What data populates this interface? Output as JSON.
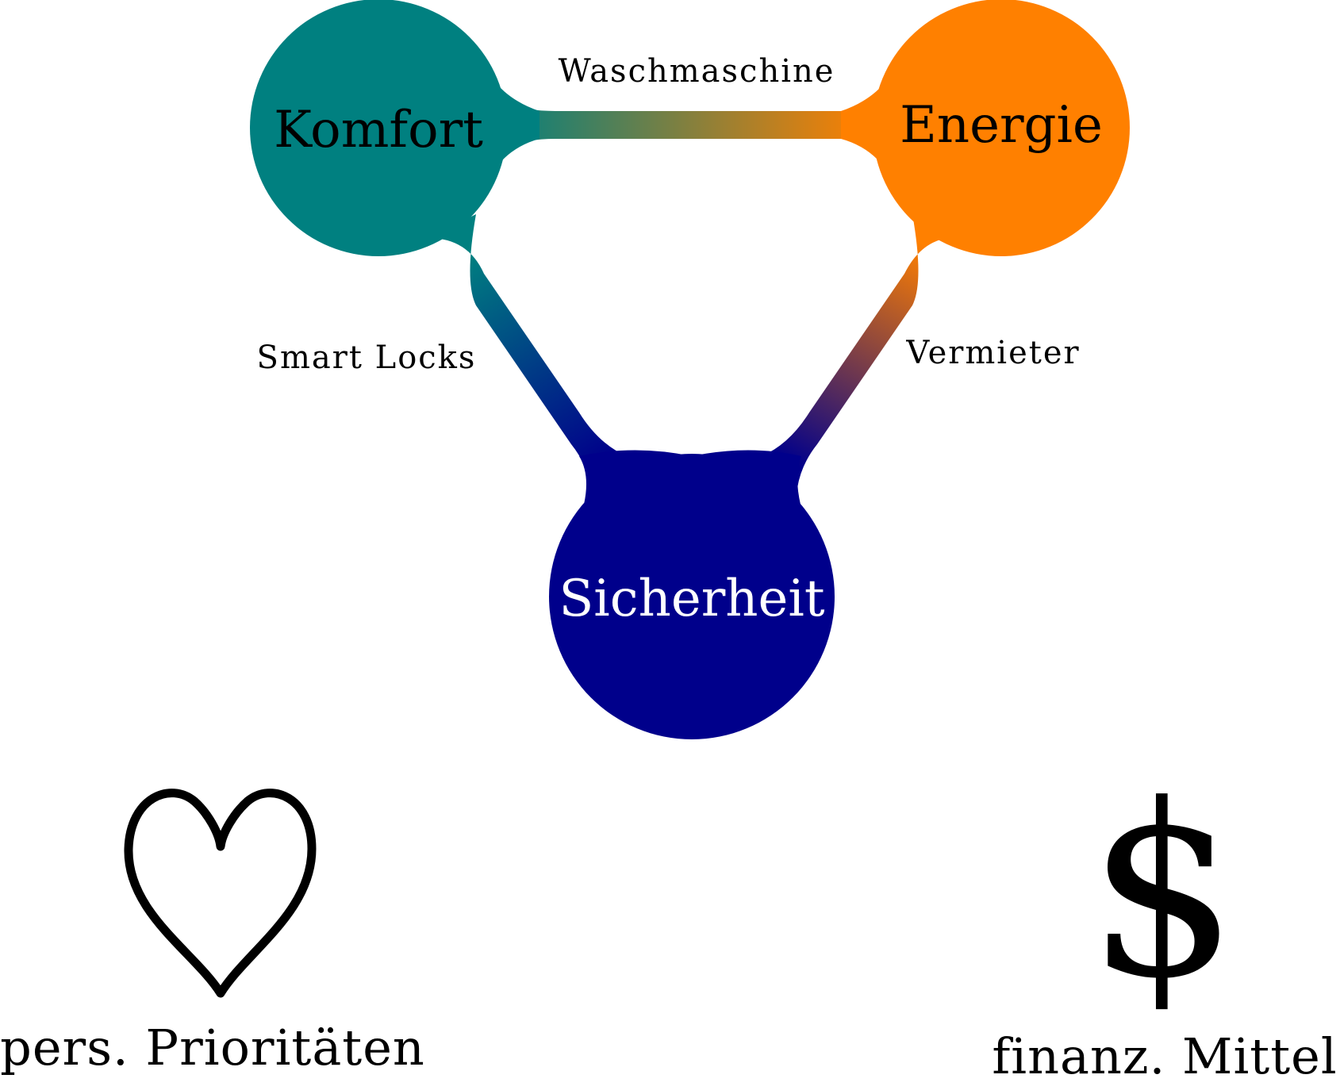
{
  "nodes": {
    "komfort": {
      "label": "Komfort",
      "color": "#008080",
      "text_color": "#000000"
    },
    "energie": {
      "label": "Energie",
      "color": "#FF8000",
      "text_color": "#000000"
    },
    "sicherheit": {
      "label": "Sicherheit",
      "color": "#00008B",
      "text_color": "#FFFFFF"
    }
  },
  "edges": {
    "komfort_energie": {
      "label": "Waschmaschine"
    },
    "komfort_sicherheit": {
      "label": "Smart Locks"
    },
    "energie_sicherheit": {
      "label": "Vermieter"
    }
  },
  "footer": {
    "left": {
      "icon": "heart-icon",
      "label": "pers. Prioritäten"
    },
    "right": {
      "icon": "dollar-icon",
      "symbol": "$",
      "label": "finanz. Mittel"
    }
  }
}
